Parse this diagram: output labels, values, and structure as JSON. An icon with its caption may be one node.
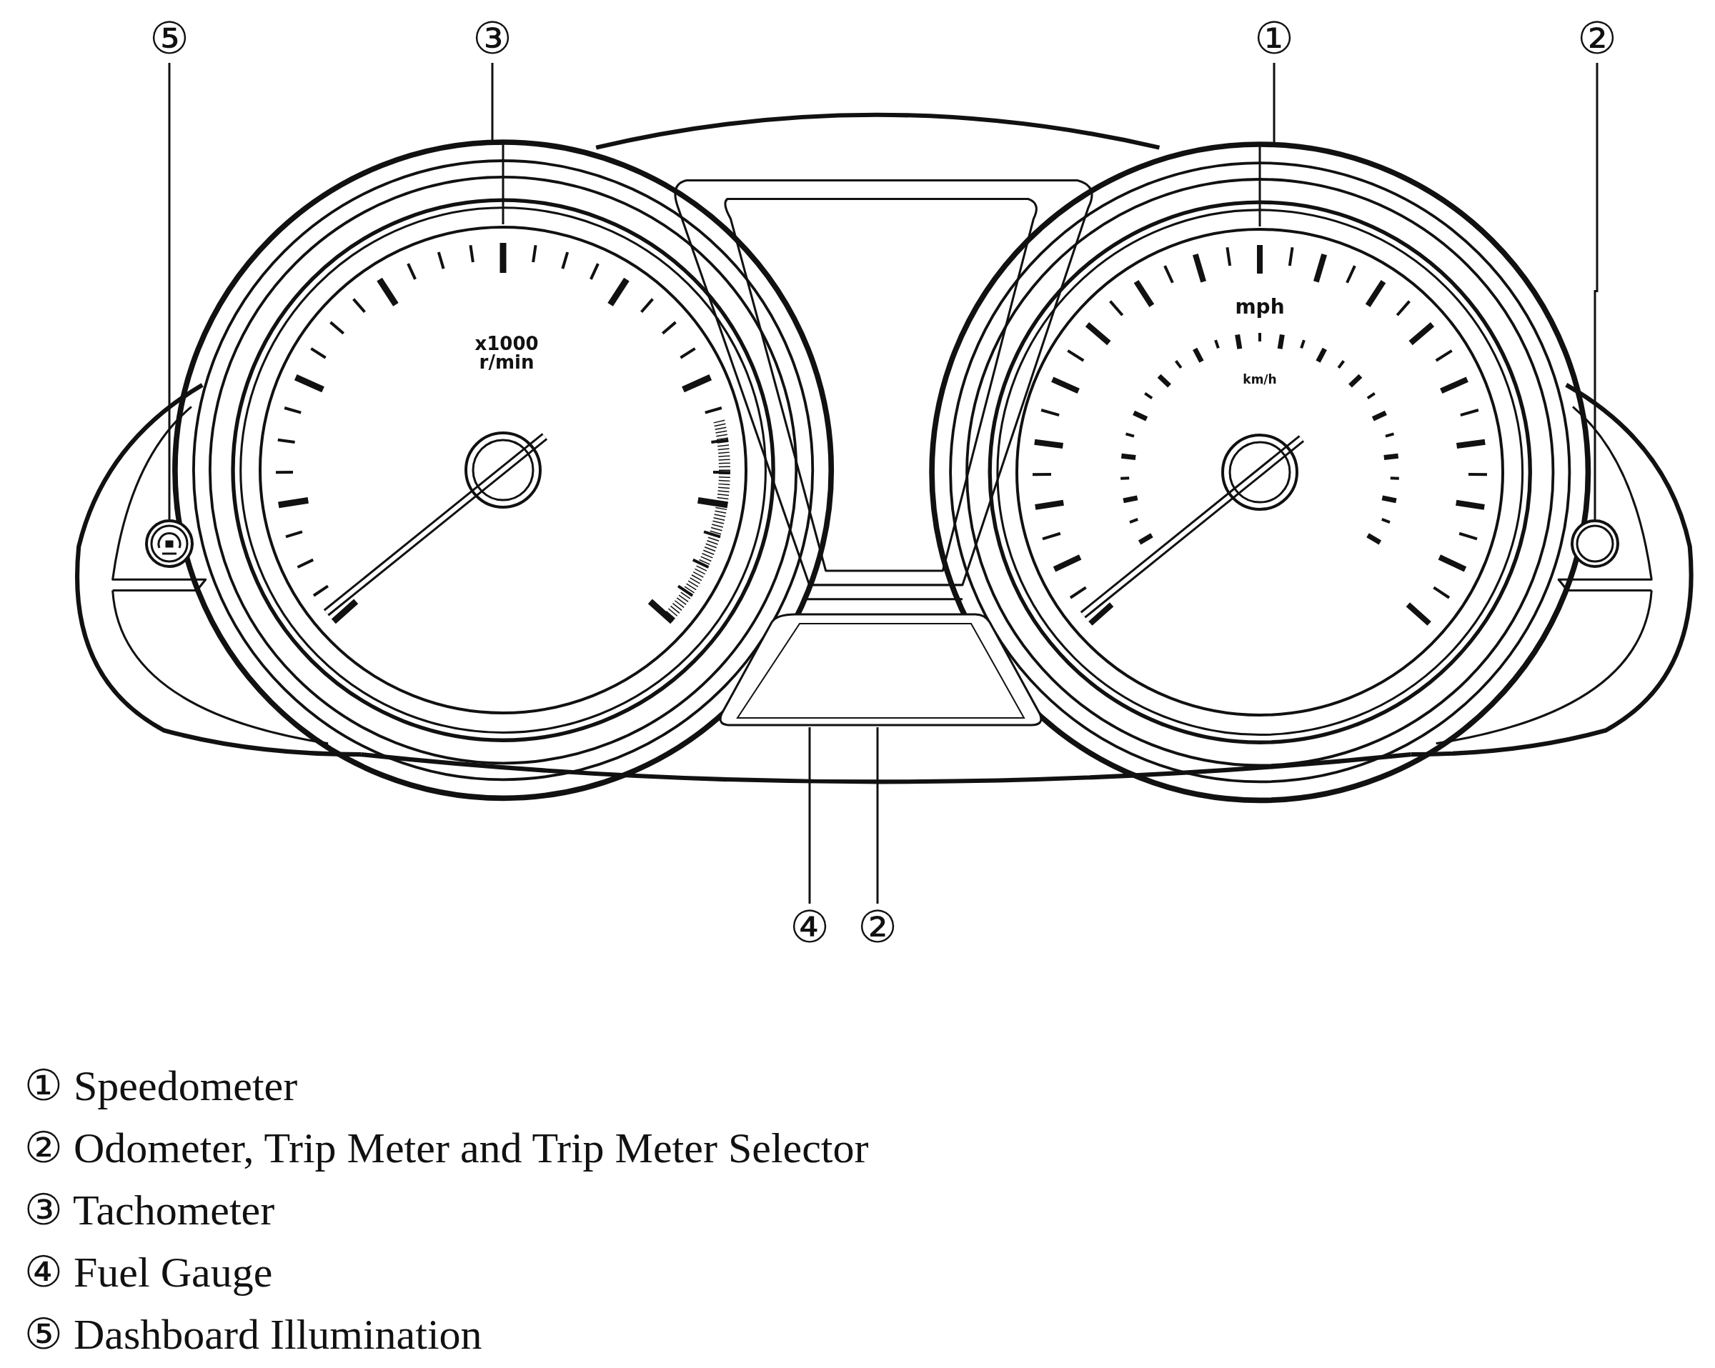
{
  "diagram": {
    "nodes": [
      {
        "text": [
          "⑤"
        ]
      },
      {
        "text": [
          "③"
        ]
      },
      {
        "text": [
          "①"
        ]
      },
      {
        "text": [
          "②"
        ]
      },
      {
        "text": [
          "④"
        ]
      },
      {
        "text": [
          "②"
        ]
      },
      {
        "text": [],
        "shape": "circle"
      },
      {
        "text": [
          "x1000 r/min"
        ]
      },
      {
        "text": [
          "mph",
          "km/h"
        ]
      },
      {
        "text": [],
        "shape": "circle"
      },
      {
        "text": [],
        "shape": "box"
      }
    ],
    "edges": [
      {
        "from": 0,
        "to": 6,
        "arrow": "none"
      },
      {
        "from": 1,
        "to": 7,
        "arrow": "none"
      },
      {
        "from": 2,
        "to": 8,
        "arrow": "none"
      },
      {
        "from": 3,
        "to": 9,
        "arrow": "none"
      },
      {
        "from": 4,
        "to": 10,
        "arrow": "none"
      },
      {
        "from": 5,
        "to": 10,
        "arrow": "none"
      }
    ],
    "labels": [
      "① Speedometer",
      "② Odometer, Trip Meter and Trip Meter Selector",
      "③ Tachometer",
      "④ Fuel Gauge",
      "⑤ Dashboard Illumination"
    ]
  }
}
